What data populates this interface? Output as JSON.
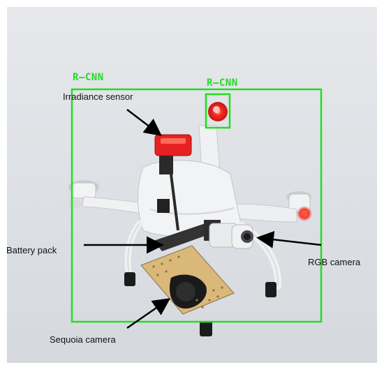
{
  "detections": [
    {
      "label": "R–CNN",
      "object": "drone-body"
    },
    {
      "label": "R–CNN",
      "object": "red-light"
    }
  ],
  "annotations": {
    "irradiance": "Irradiance sensor",
    "battery": "Battery pack",
    "rgb": "RGB camera",
    "sequoia": "Sequoia camera"
  },
  "colors": {
    "sky": "#dcdfe3",
    "box": "#22dd22",
    "drone": "#f1f2f3",
    "sequoia_body": "#d9b87a",
    "light": "#ff2a1a",
    "arrow": "#000000"
  }
}
